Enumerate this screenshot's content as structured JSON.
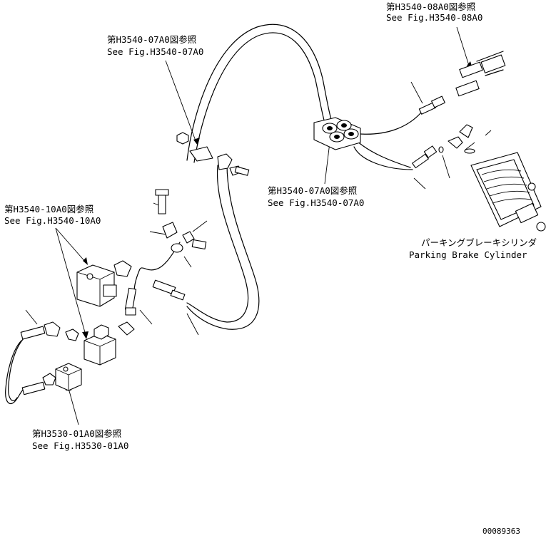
{
  "callouts": {
    "ref_h3540_08a0": {
      "jp": "第H3540-08A0図参照",
      "en": "See Fig.H3540-08A0"
    },
    "ref_h3540_07a0_top": {
      "jp": "第H3540-07A0図参照",
      "en": "See Fig.H3540-07A0"
    },
    "ref_h3540_07a0_mid": {
      "jp": "第H3540-07A0図参照",
      "en": "See Fig.H3540-07A0"
    },
    "ref_h3540_10a0": {
      "jp": "第H3540-10A0図参照",
      "en": "See Fig.H3540-10A0"
    },
    "ref_h3530_01a0": {
      "jp": "第H3530-01A0図参照",
      "en": "See Fig.H3530-01A0"
    },
    "parking_brake_cylinder": {
      "jp": "パーキングブレーキシリンダ",
      "en": "Parking Brake Cylinder"
    }
  },
  "drawing_number": "00089363"
}
